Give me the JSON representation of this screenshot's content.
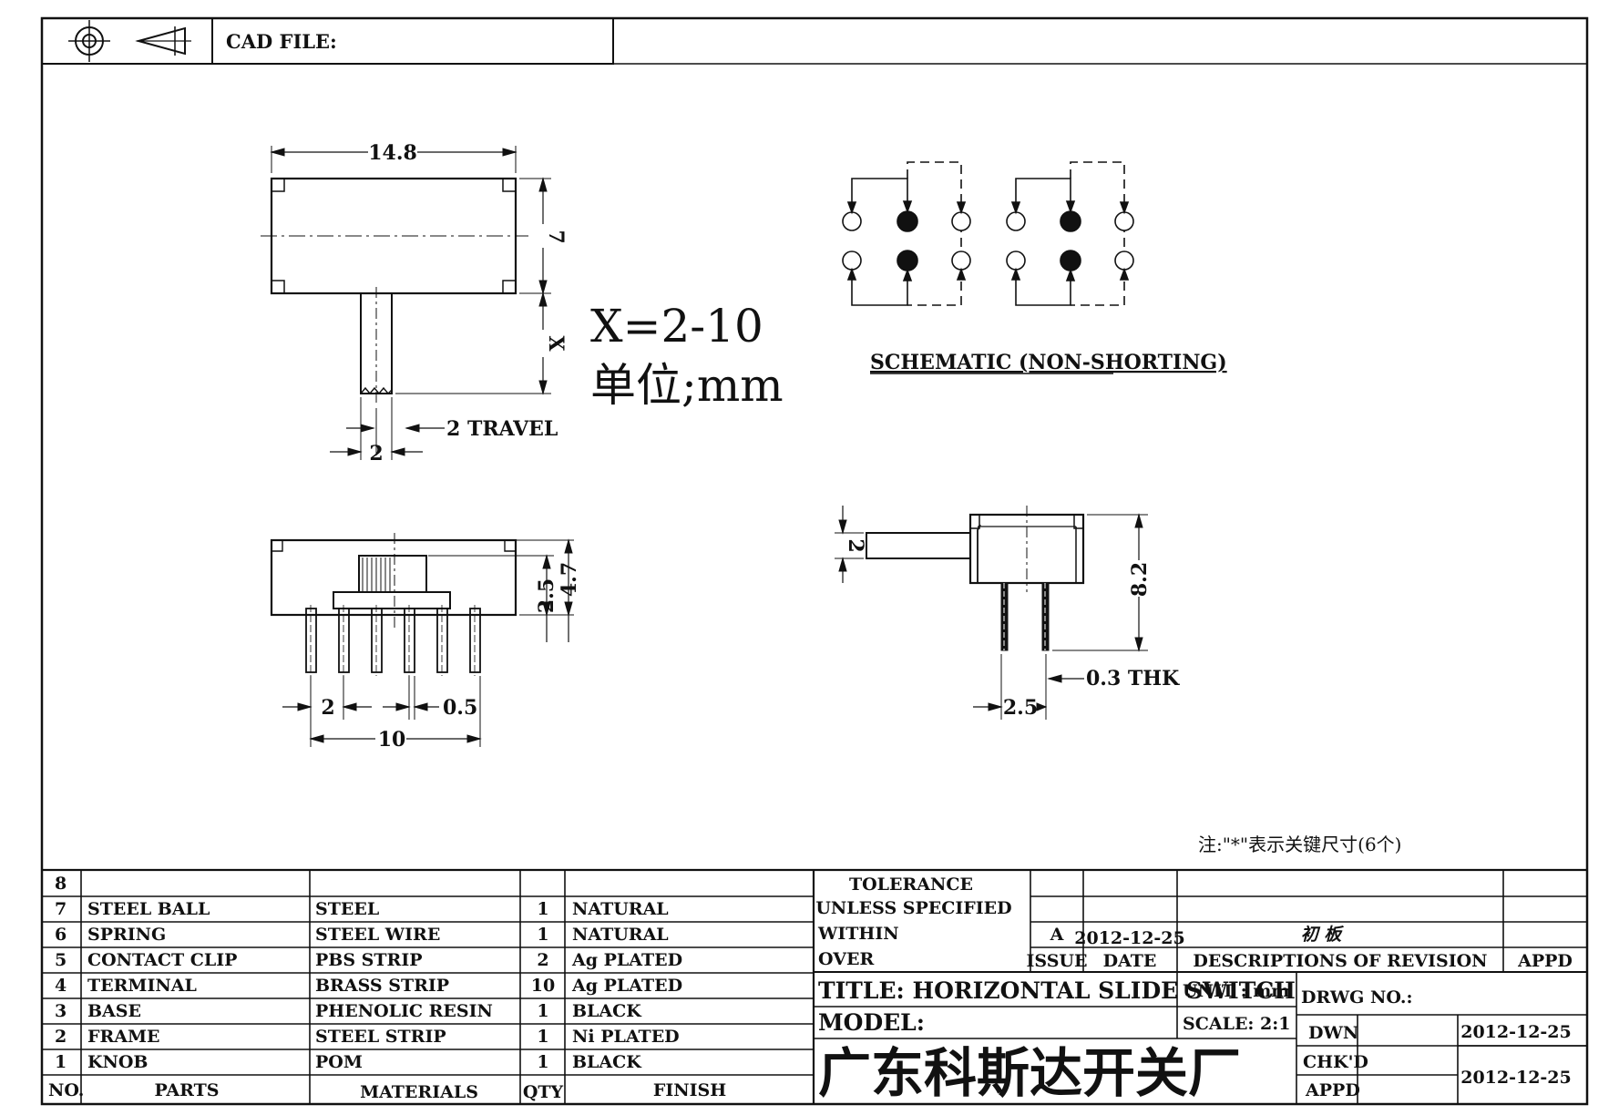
{
  "header": {
    "cad_file_label": "CAD FILE:",
    "projection_icon": "first-angle-projection-icon",
    "target_icon": "crosshair-target-icon"
  },
  "front_view": {
    "width_dim": "14.8",
    "height_dim": "7",
    "x_dim": "X",
    "knob_width_dim": "2",
    "travel_label": "2 TRAVEL"
  },
  "notes": {
    "x_range": "X=2-10",
    "unit": "单位;mm",
    "key_dims_note": "注:\"*\"表示关键尺寸(6个)"
  },
  "schematic": {
    "label": "SCHEMATIC (NON-SHORTING)"
  },
  "bottom_view": {
    "height_outer": "4.7",
    "height_inner": "2.5",
    "pitch": "2",
    "pin_width": "0.5",
    "span": "10"
  },
  "side_view": {
    "knob_dim": "2",
    "height": "8.2",
    "thickness": "0.3 THK",
    "pitch": "2.5"
  },
  "bom": {
    "rows": [
      {
        "no": "8",
        "part": "",
        "material": "",
        "qty": "",
        "finish": ""
      },
      {
        "no": "7",
        "part": "STEEL BALL",
        "material": "STEEL",
        "qty": "1",
        "finish": "NATURAL"
      },
      {
        "no": "6",
        "part": "SPRING",
        "material": "STEEL WIRE",
        "qty": "1",
        "finish": "NATURAL"
      },
      {
        "no": "5",
        "part": "CONTACT CLIP",
        "material": "PBS STRIP",
        "qty": "2",
        "finish": "Ag PLATED"
      },
      {
        "no": "4",
        "part": "TERMINAL",
        "material": "BRASS STRIP",
        "qty": "10",
        "finish": "Ag PLATED"
      },
      {
        "no": "3",
        "part": "BASE",
        "material": "PHENOLIC RESIN",
        "qty": "1",
        "finish": "BLACK"
      },
      {
        "no": "2",
        "part": "FRAME",
        "material": "STEEL STRIP",
        "qty": "1",
        "finish": "Ni PLATED"
      },
      {
        "no": "1",
        "part": "KNOB",
        "material": "POM",
        "qty": "1",
        "finish": "BLACK"
      }
    ],
    "headers": {
      "no": "NO.",
      "part": "PARTS",
      "material": "MATERIALS",
      "qty": "QTY",
      "finish": "FINISH"
    }
  },
  "title_block": {
    "tolerance_1": "TOLERANCE",
    "tolerance_2": "UNLESS  SPECIFIED",
    "within": "WITHIN",
    "over": "OVER",
    "rev_issue": "A",
    "rev_date": "2012-12-25",
    "rev_desc": "初 板",
    "issue_label": "ISSUE",
    "date_label": "DATE",
    "desc_label": "DESCRIPTIONS OF REVISION",
    "appd_label": "APPD",
    "title": "TITLE: HORIZONTAL SLIDE SWITCH",
    "unit": "UNIT : mm",
    "drwg_no": "DRWG NO.:",
    "model": "MODEL:",
    "scale": "SCALE: 2:1",
    "dwn_label": "DWN",
    "dwn_date": "2012-12-25",
    "chkd_label": "CHK'D",
    "appd2_label": "APPD",
    "chk_date": "2012-12-25",
    "company": "广东科斯达开关厂"
  }
}
